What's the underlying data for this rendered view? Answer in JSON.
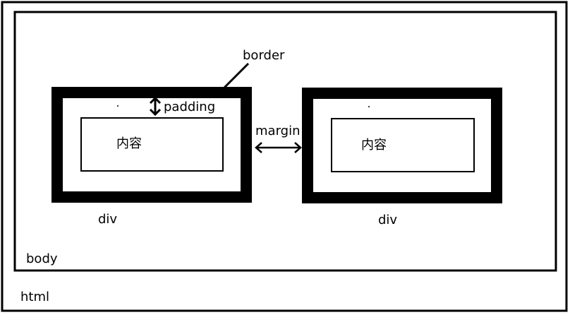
{
  "labels": {
    "html": "html",
    "body": "body",
    "border": "border",
    "padding": "padding",
    "margin": "margin",
    "content_left": "内容",
    "content_right": "内容",
    "div_left": "div",
    "div_right": "div"
  },
  "colors": {
    "stroke": "#000000",
    "background": "#ffffff"
  }
}
